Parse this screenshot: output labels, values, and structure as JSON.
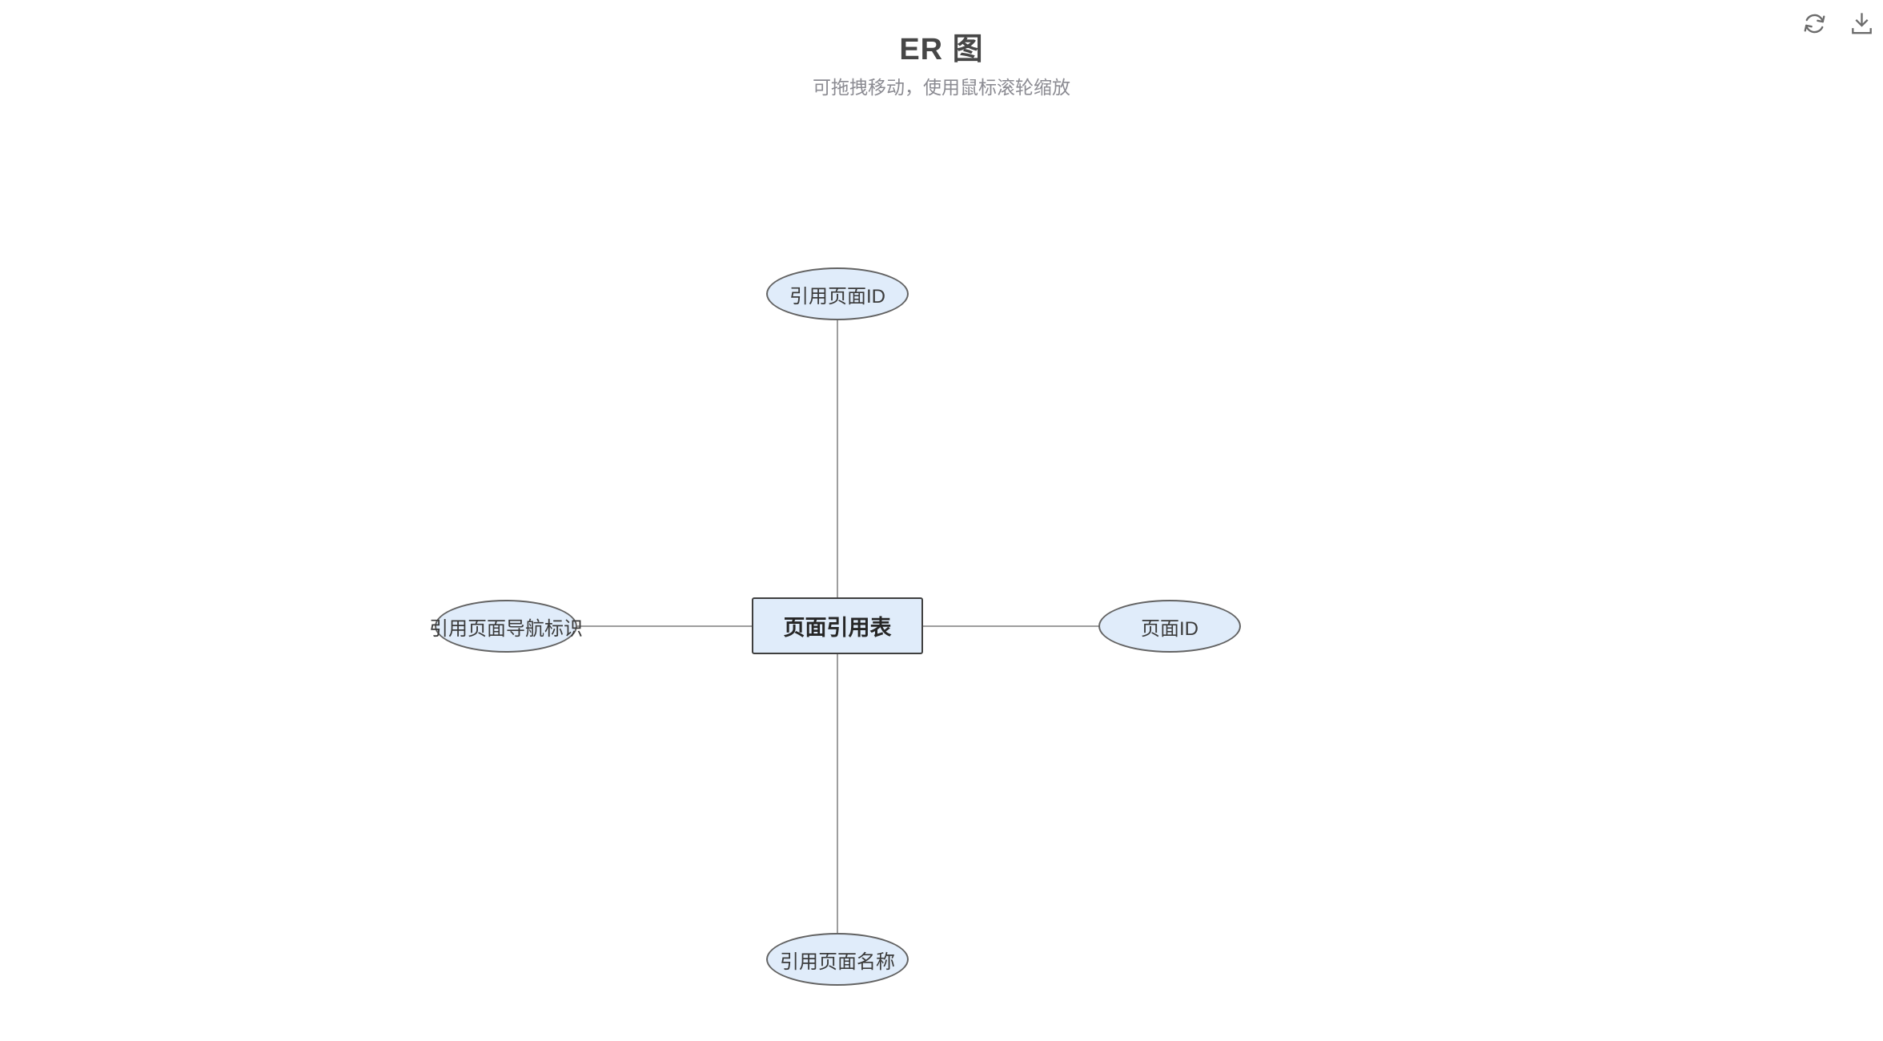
{
  "header": {
    "title": "ER 图",
    "subtitle": "可拖拽移动，使用鼠标滚轮缩放"
  },
  "toolbar": {
    "buttons": [
      {
        "icon": "refresh-icon"
      },
      {
        "icon": "download-icon"
      }
    ]
  },
  "diagram": {
    "entity": {
      "label": "页面引用表",
      "shape": "rectangle"
    },
    "attributes": [
      {
        "label": "引用页面ID",
        "position": "top",
        "shape": "ellipse"
      },
      {
        "label": "引用页面导航标识",
        "position": "left",
        "shape": "ellipse"
      },
      {
        "label": "页面ID",
        "position": "right",
        "shape": "ellipse"
      },
      {
        "label": "引用页面名称",
        "position": "bottom",
        "shape": "ellipse"
      }
    ],
    "edges": [
      {
        "from": "页面引用表",
        "to": "引用页面ID"
      },
      {
        "from": "页面引用表",
        "to": "引用页面导航标识"
      },
      {
        "from": "页面引用表",
        "to": "页面ID"
      },
      {
        "from": "页面引用表",
        "to": "引用页面名称"
      }
    ]
  },
  "colors": {
    "node_fill": "#e0ecfa",
    "ellipse_border": "#636363",
    "entity_border": "#3f3f3f",
    "edge": "#9e9e9e",
    "title_text": "#474747",
    "subtitle_text": "#8b8b92",
    "icon": "#6b6b6b"
  }
}
